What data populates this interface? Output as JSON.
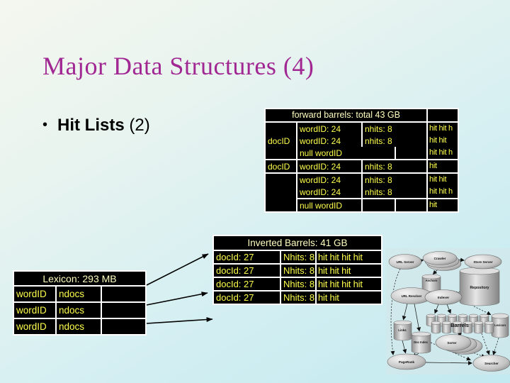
{
  "slide": {
    "title": "Major Data Structures (4)",
    "bullet_marker": "•",
    "bullet_bold": "Hit Lists",
    "bullet_rest": " (2)"
  },
  "colors": {
    "title": "#a12792",
    "table_background": "#000000",
    "table_text": "#ffff4d",
    "table_header_text": "#ffffc0",
    "table_border": "#ffffff"
  },
  "forward_barrels": {
    "title": "forward barrels: total 43 GB",
    "docid_labels": [
      "docID",
      "docID"
    ],
    "rows": [
      {
        "word": "wordID: 24",
        "nhits": "nhits: 8",
        "hits": "hit hit h"
      },
      {
        "word": "wordID: 24",
        "nhits": "nhits: 8",
        "hits": "hit hit"
      },
      {
        "word": "null wordID",
        "nhits": "",
        "hits": "hit hit h"
      },
      {
        "word": "wordID: 24",
        "nhits": "nhits: 8",
        "hits": "hit"
      },
      {
        "word": "wordID: 24",
        "nhits": "nhits: 8",
        "hits": "hit hit"
      },
      {
        "word": "wordID: 24",
        "nhits": "nhits: 8",
        "hits": "hit hit h"
      },
      {
        "word": "null wordID",
        "nhits": "",
        "hits": "hit"
      }
    ]
  },
  "inverted_barrels": {
    "title": "Inverted Barrels: 41 GB",
    "rows": [
      {
        "docid": "docId: 27",
        "nhits": "Nhits: 8",
        "hits": "hit hit hit hit"
      },
      {
        "docid": "docId: 27",
        "nhits": "Nhits: 8",
        "hits": "hit hit hit"
      },
      {
        "docid": "docId: 27",
        "nhits": "Nhits: 8",
        "hits": "hit hit hit hit"
      },
      {
        "docid": "docId: 27",
        "nhits": "Nhits: 8",
        "hits": "hit hit"
      }
    ]
  },
  "lexicon_table": {
    "title": "Lexicon: 293 MB",
    "rows": [
      {
        "word": "wordID",
        "ndocs": "ndocs"
      },
      {
        "word": "wordID",
        "ndocs": "ndocs"
      },
      {
        "word": "wordID",
        "ndocs": "ndocs"
      }
    ]
  },
  "architecture": {
    "nodes": {
      "url_server": "URL Server",
      "crawler": "Crawler",
      "store_server": "Store Server",
      "anchors": "Anchors",
      "repository": "Repository",
      "url_resolver": "URL Resolver",
      "indexer": "Indexer",
      "barrels": "Barrels",
      "links": "Links",
      "doc_index": "Doc Index",
      "sorter": "Sorter",
      "lexicon": "Lexicon",
      "pagerank": "PageRank",
      "searcher": "Searcher"
    }
  }
}
